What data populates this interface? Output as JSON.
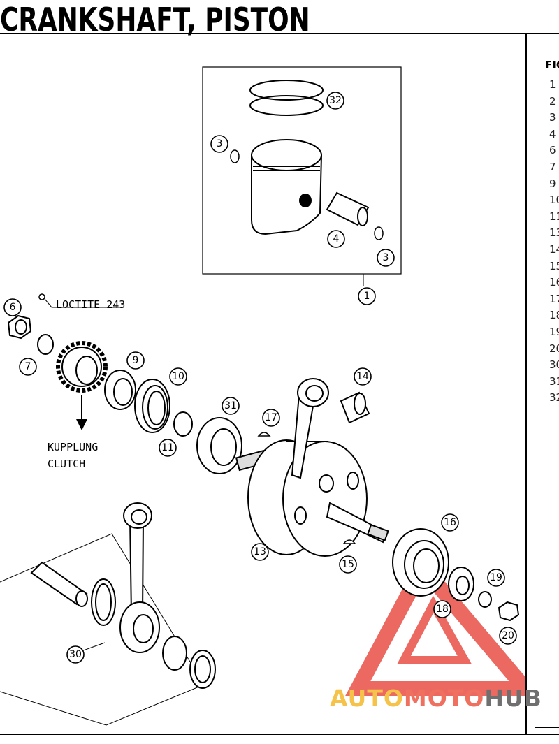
{
  "page": {
    "title": "CRANKSHAFT, PISTON"
  },
  "parts_panel": {
    "heading": "FIG",
    "item_numbers": [
      "1",
      "2",
      "3",
      "4",
      "6",
      "7",
      "9",
      "10",
      "11",
      "13",
      "14",
      "15",
      "16",
      "17",
      "18",
      "19",
      "20",
      "30",
      "31",
      "32"
    ]
  },
  "diagram": {
    "callouts": [
      "1",
      "3",
      "3",
      "4",
      "32",
      "6",
      "7",
      "9",
      "10",
      "11",
      "31",
      "17",
      "14",
      "13",
      "15",
      "16",
      "18",
      "19",
      "20",
      "30"
    ],
    "loctite_label": "LOCTITE 243",
    "clutch_label_de": "KUPPLUNG",
    "clutch_label_en": "CLUTCH"
  },
  "watermark": {
    "part1": "AUTO",
    "part2": "MOTO",
    "part3": "HUB",
    "colors": {
      "auto": "#f5c34a",
      "moto": "#f0705f",
      "hub": "#6f6f6f",
      "triangle": "#e8443a"
    }
  }
}
